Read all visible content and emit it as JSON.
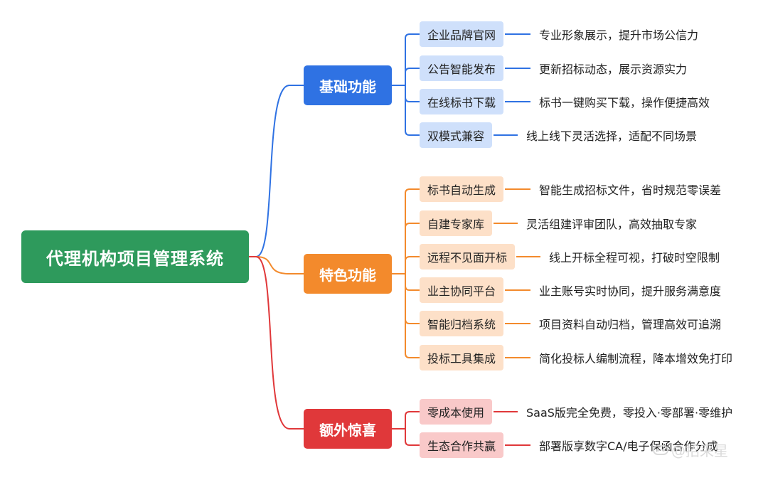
{
  "root": {
    "label": "代理机构项目管理系统"
  },
  "categories": [
    {
      "label": "基础功能",
      "color": "#2f72e3",
      "items": [
        {
          "label": "企业品牌官网",
          "desc": "专业形象展示，提升市场公信力"
        },
        {
          "label": "公告智能发布",
          "desc": "更新招标动态，展示资源实力"
        },
        {
          "label": "在线标书下载",
          "desc": "标书一键购买下载，操作便捷高效"
        },
        {
          "label": "双模式兼容",
          "desc": "线上线下灵活选择，适配不同场景"
        }
      ]
    },
    {
      "label": "特色功能",
      "color": "#f38a2c",
      "items": [
        {
          "label": "标书自动生成",
          "desc": "智能生成招标文件，省时规范零误差"
        },
        {
          "label": "自建专家库",
          "desc": "灵活组建评审团队，高效抽取专家"
        },
        {
          "label": "远程不见面开标",
          "desc": "线上开标全程可视，打破时空限制"
        },
        {
          "label": "业主协同平台",
          "desc": "业主账号实时协同，提升服务满意度"
        },
        {
          "label": "智能归档系统",
          "desc": "项目资料自动归档，管理高效可追溯"
        },
        {
          "label": "投标工具集成",
          "desc": "简化投标人编制流程，降本增效免打印"
        }
      ]
    },
    {
      "label": "额外惊喜",
      "color": "#e0383a",
      "items": [
        {
          "label": "零成本使用",
          "desc": "SaaS版完全免费，零投入·零部署·零维护"
        },
        {
          "label": "生态合作共赢",
          "desc": "部署版享数字CA/电子保函合作分成"
        }
      ]
    }
  ],
  "watermark": {
    "text": "@招采星",
    "icon": "chat-bubble-icon"
  }
}
